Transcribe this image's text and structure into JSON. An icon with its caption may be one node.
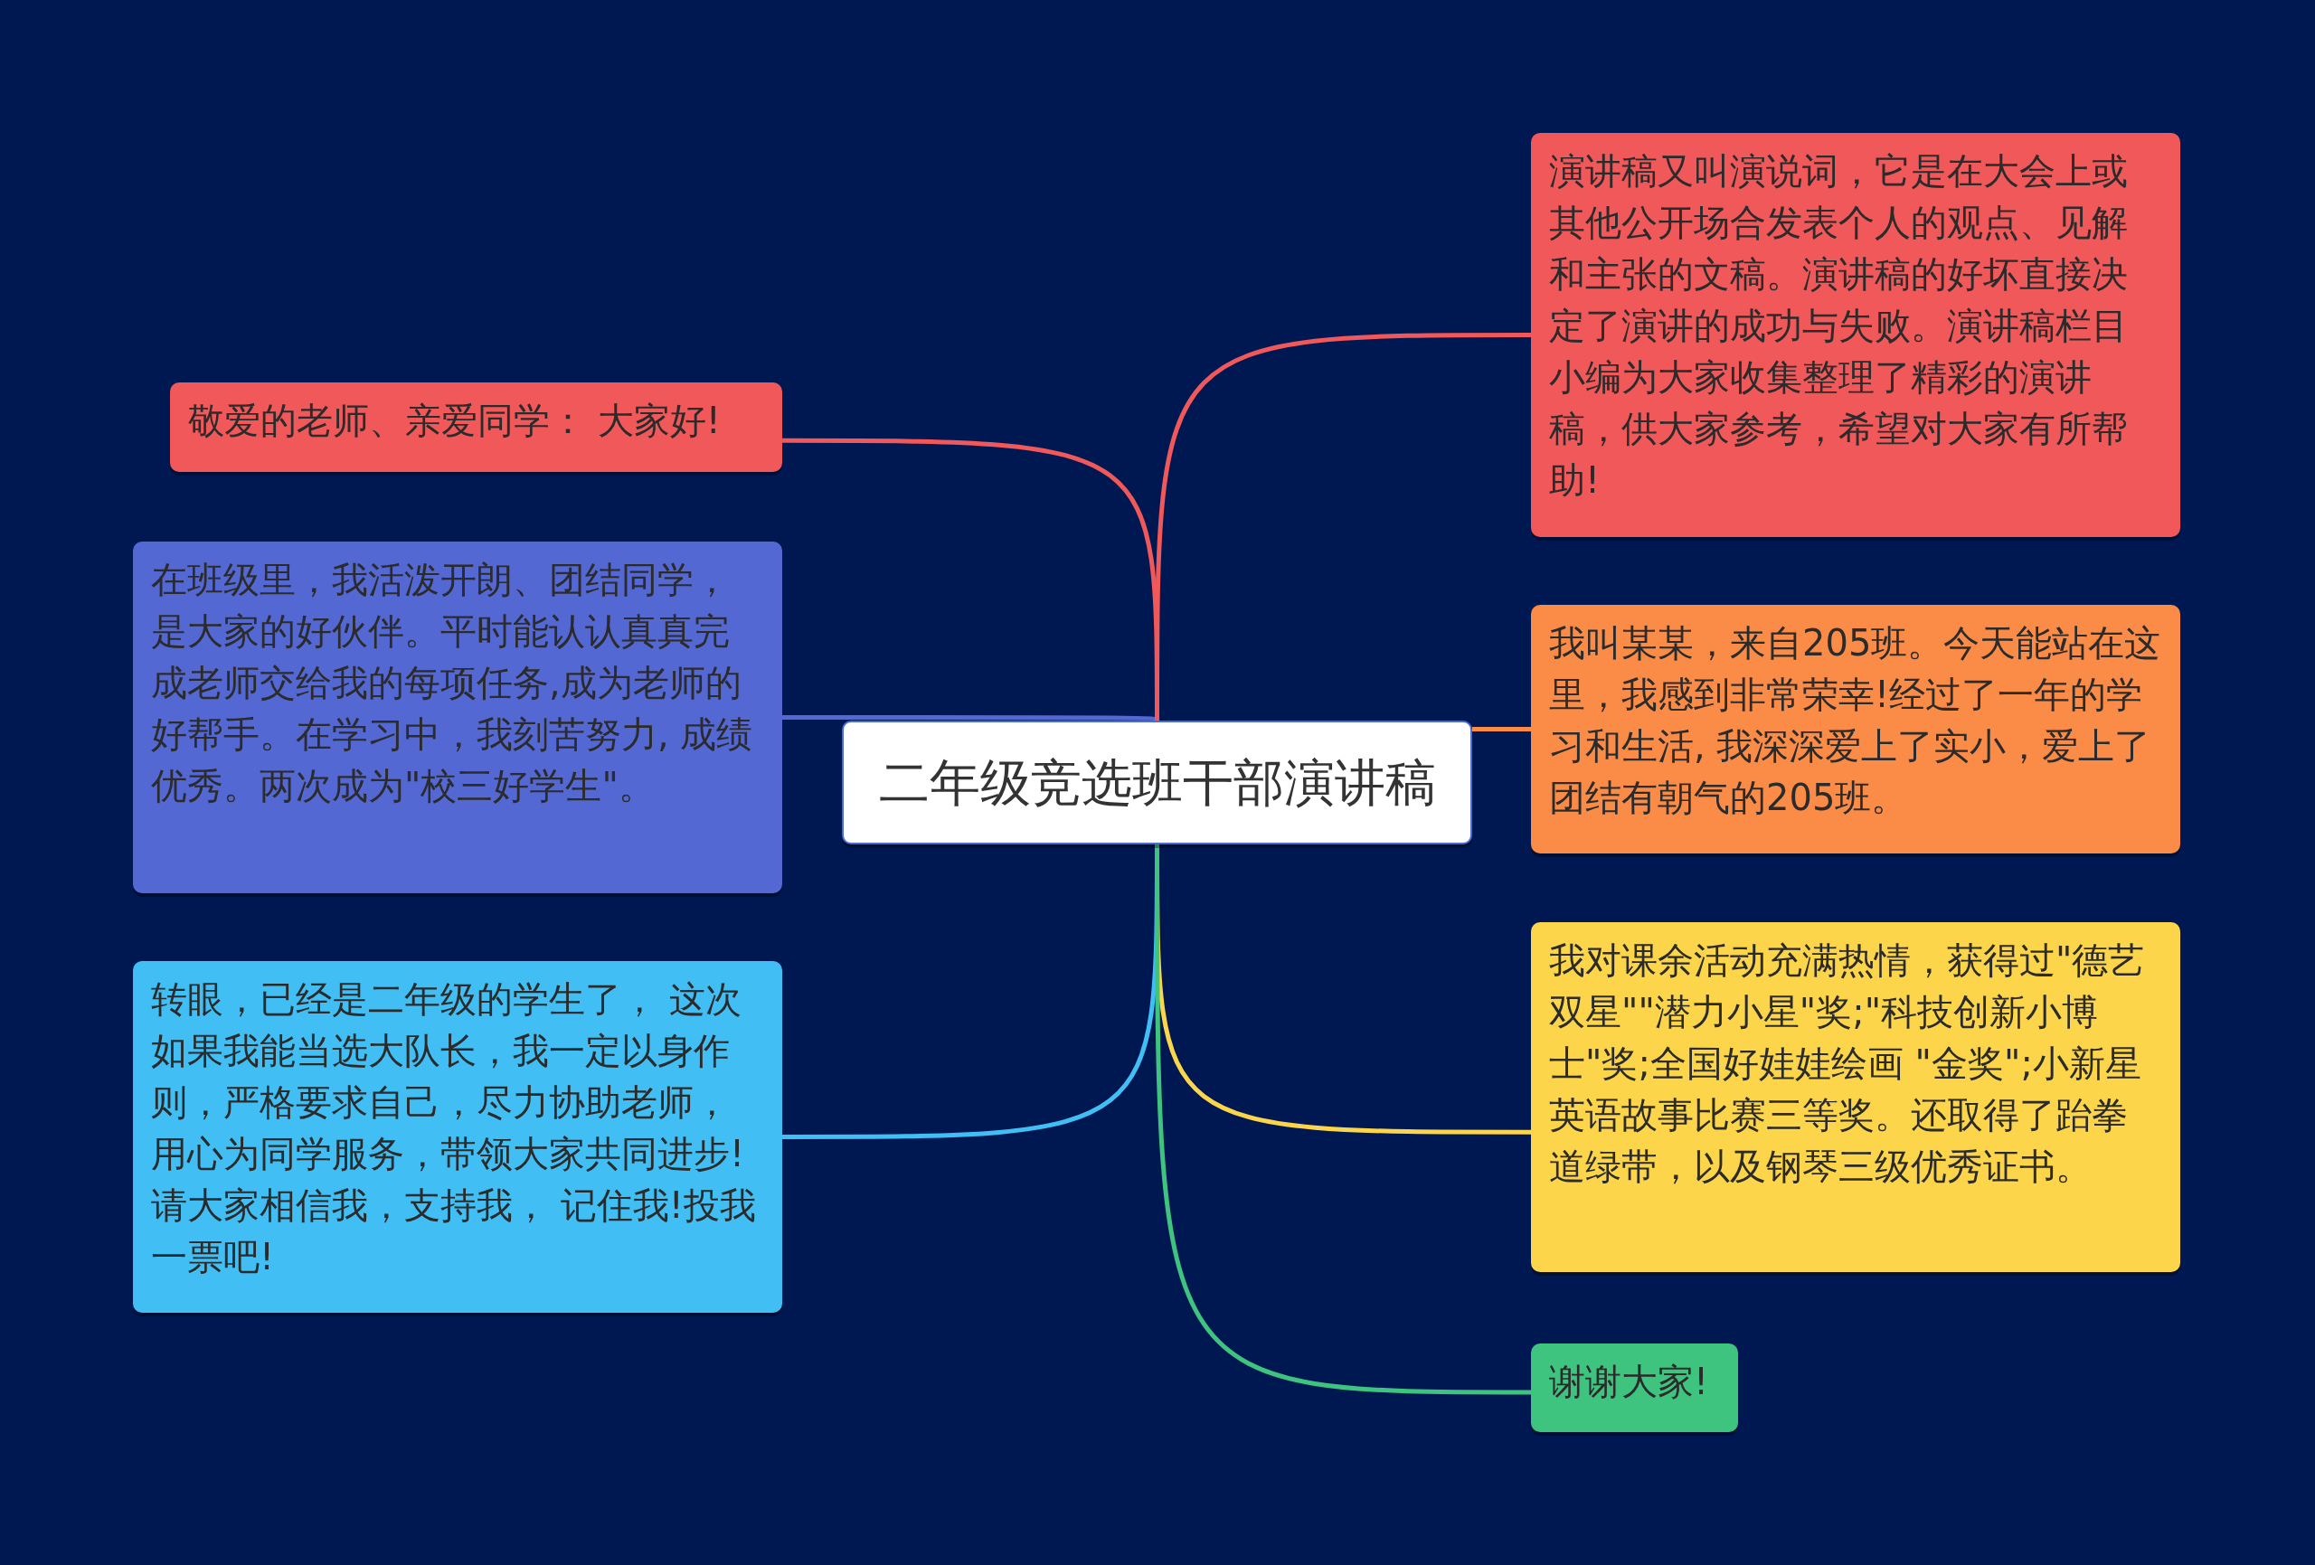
{
  "diagram": {
    "nodes": [
      {
        "text": [
          "二年级竞选班干部演讲稿"
        ]
      },
      {
        "text": [
          "敬爱的老师、亲爱同学：  大家好!"
        ]
      },
      {
        "text": [
          "在班级里，我活泼开朗、团结同学，是大家的好伙伴。平时能认认真真完成老师交给我的每项任务,成为老师的好帮手。在学习中，我刻苦努力, 成绩优秀。两次成为\"校三好学生\"。"
        ]
      },
      {
        "text": [
          "转眼，已经是二年级的学生了， 这次如果我能当选大队长，我一定以身作则，严格要求自己，尽力协助老师，用心为同学服务，带领大家共同进步!请大家相信我，支持我， 记住我!投我一票吧!"
        ]
      },
      {
        "text": [
          "演讲稿又叫演说词，它是在大会上或其他公开场合发表个人的观点、见解和主张的文稿。演讲稿的好坏直接决定了演讲的成功与失败。演讲稿栏目小编为大家收集整理了精彩的演讲稿，供大家参考，希望对大家有所帮助!"
        ]
      },
      {
        "text": [
          "我叫某某，来自205班。今天能站在这里，我感到非常荣幸!经过了一年的学习和生活, 我深深爱上了实小，爱上了团结有朝气的205班。"
        ]
      },
      {
        "text": [
          "我对课余活动充满热情，获得过\"德艺双星\"\"潜力小星\"奖;\"科技创新小博士\"奖;全国好娃娃绘画 \"金奖\";小新星英语故事比赛三等奖。还取得了跆拳道绿带，以及钢琴三级优秀证书。"
        ]
      },
      {
        "text": [
          "谢谢大家!"
        ]
      }
    ],
    "edges": [
      {
        "from": 0,
        "to": 1,
        "arrow": "none",
        "color": "#f0585a"
      },
      {
        "from": 0,
        "to": 2,
        "arrow": "none",
        "color": "#5468d4"
      },
      {
        "from": 0,
        "to": 3,
        "arrow": "none",
        "color": "#41bff5"
      },
      {
        "from": 0,
        "to": 4,
        "arrow": "none",
        "color": "#f0585a"
      },
      {
        "from": 0,
        "to": 5,
        "arrow": "none",
        "color": "#fb8c48"
      },
      {
        "from": 0,
        "to": 6,
        "arrow": "none",
        "color": "#fcd54a"
      },
      {
        "from": 0,
        "to": 7,
        "arrow": "none",
        "color": "#3fc47f"
      }
    ]
  }
}
